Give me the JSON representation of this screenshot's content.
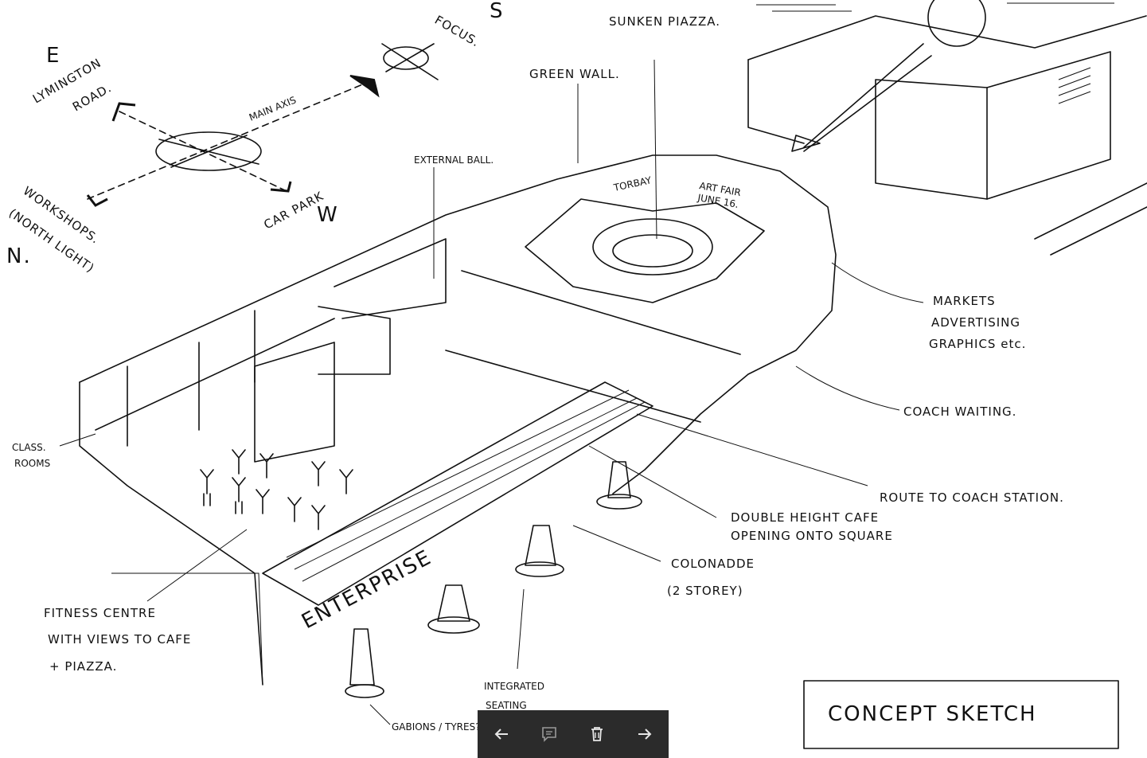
{
  "labels": {
    "south": "S",
    "east": "E",
    "west": "W",
    "north": "N.",
    "focus": "FOCUS.",
    "main_axis": "MAIN AXIS",
    "lymington_road_1": "LYMINGTON",
    "lymington_road_2": "ROAD.",
    "workshops_1": "WORKSHOPS.",
    "workshops_2": "(NORTH LIGHT)",
    "car_park": "CAR PARK",
    "sunken_piazza": "SUNKEN PIAZZA.",
    "green_wall": "GREEN WALL.",
    "external_ball": "EXTERNAL BALL.",
    "markets_1": "MARKETS",
    "markets_2": "ADVERTISING",
    "markets_3": "GRAPHICS etc.",
    "coach_waiting": "COACH WAITING.",
    "route_coach": "ROUTE TO COACH STATION.",
    "class_rooms_1": "CLASS.",
    "class_rooms_2": "ROOMS",
    "double_height_1": "DOUBLE HEIGHT CAFE",
    "double_height_2": "OPENING ONTO SQUARE",
    "colonnade_1": "COLONADDE",
    "colonnade_2": "(2 STOREY)",
    "fitness_1": "FITNESS CENTRE",
    "fitness_2": "WITH VIEWS TO CAFE",
    "fitness_3": "+ PIAZZA.",
    "integrated_1": "INTEGRATED",
    "integrated_2": "SEATING",
    "gabions": "GABIONS / TYRES?",
    "torbay": "TORBAY",
    "art_fair_1": "ART FAIR",
    "art_fair_2": "JUNE 16.",
    "enterprise": "ENTERPRISE",
    "concept_sketch": "CONCEPT SKETCH"
  },
  "toolbar": {
    "prev_icon": "arrow-left-icon",
    "comment_icon": "comment-icon",
    "delete_icon": "trash-icon",
    "next_icon": "arrow-right-icon"
  },
  "colors": {
    "ink": "#111111",
    "paper": "#ffffff",
    "toolbar_bg": "#2b2b2b",
    "toolbar_icon": "#e6e6e6"
  }
}
